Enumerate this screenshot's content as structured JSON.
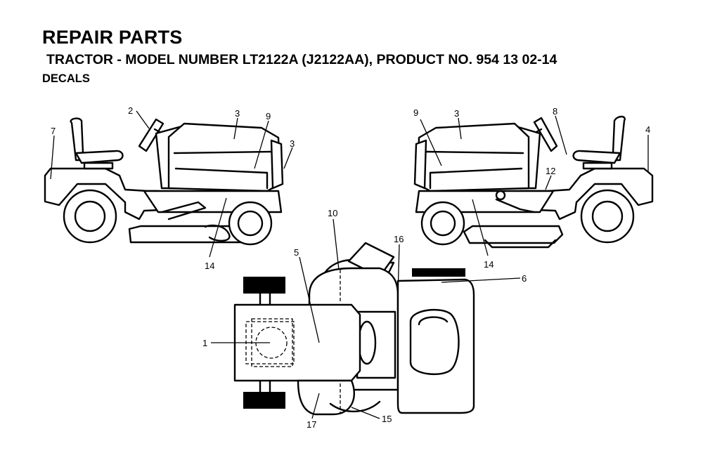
{
  "header": {
    "title": "REPAIR PARTS",
    "subtitle": "TRACTOR - MODEL NUMBER LT2122A (J2122AA), PRODUCT NO. 954 13 02-14",
    "section": "DECALS"
  },
  "callouts": {
    "left_view": [
      "2",
      "3",
      "9",
      "7",
      "3",
      "14"
    ],
    "right_view": [
      "9",
      "3",
      "8",
      "4",
      "12",
      "14"
    ],
    "top_view": [
      "10",
      "16",
      "5",
      "6",
      "1",
      "17",
      "15"
    ]
  }
}
